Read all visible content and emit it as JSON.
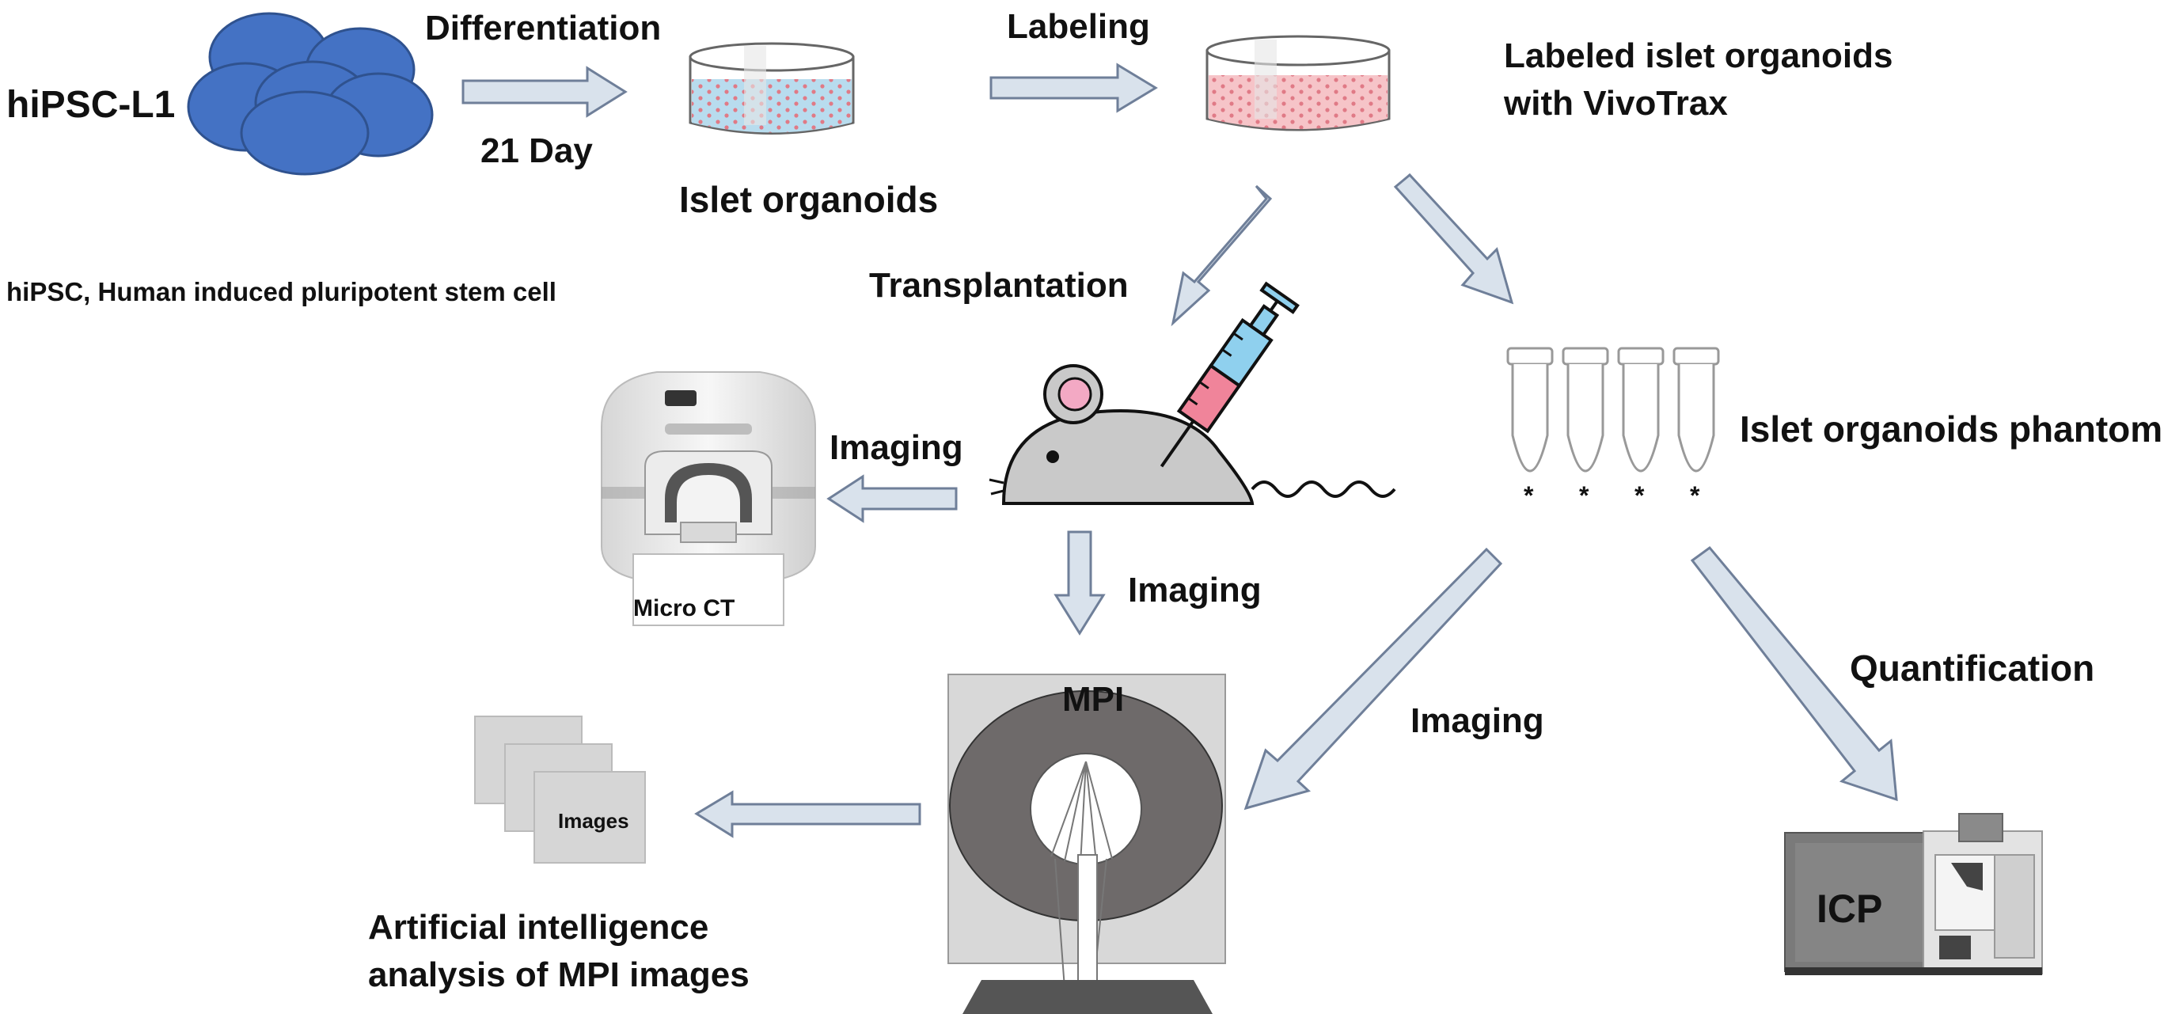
{
  "labels": {
    "hipsc": "hiPSC-L1",
    "differentiation": "Differentiation",
    "day": "21 Day",
    "islet_organoids": "Islet organoids",
    "labeling": "Labeling",
    "labeled_line1": "Labeled islet organoids",
    "labeled_line2": "with VivoTrax",
    "hipsc_note": "hiPSC, Human induced pluripotent stem cell",
    "transplantation": "Transplantation",
    "phantom": "Islet organoids phantom",
    "imaging_ct": "Imaging",
    "micro_ct": "Micro CT",
    "imaging_mpi": "Imaging",
    "imaging_phantom": "Imaging",
    "quantification": "Quantification",
    "mpi": "MPI",
    "images": "Images",
    "ai_line1": "Artificial intelligence",
    "ai_line2": "analysis of MPI images",
    "icp": "ICP"
  },
  "colors": {
    "cells": "#4472c4",
    "dish_medium": "#b8dcee",
    "dish_labeled": "#f6c4c8",
    "dots": "#e07a86",
    "arrow_fill": "#d9e2ec",
    "arrow_stroke": "#6f7f99",
    "syringe_blue": "#8fd0ee",
    "syringe_pink": "#f0849a",
    "mouse": "#c9c9c9",
    "mpi_ring": "#6e6a6a",
    "mpi_bg": "#d8d8d8",
    "phantom_mark": "#e8772e"
  },
  "icons": [
    "cell-cluster-icon",
    "petri-dish-icon",
    "syringe-icon",
    "mouse-icon",
    "micro-ct-scanner-icon",
    "tube-icon",
    "mpi-scanner-icon",
    "image-stack-icon",
    "icp-instrument-icon"
  ]
}
